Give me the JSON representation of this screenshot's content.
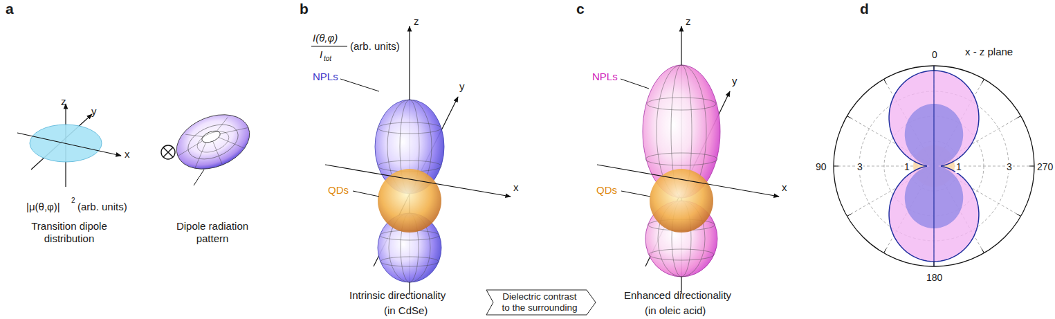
{
  "diagram": {
    "nodes": [
      {
        "text": [
          "Dielectric contrast to the surrounding"
        ]
      }
    ],
    "labels": [
      "a",
      "z",
      "y",
      "x",
      "|μ(θ,φ)|",
      "2",
      "(arb. units)",
      "Transition dipole distribution",
      "Dipole radiation pattern",
      "b",
      "I(θ,φ)",
      "I",
      "tot",
      "(arb. units)",
      "z",
      "y",
      "x",
      "NPLs",
      "QDs",
      "Intrinsic directionality",
      "(in CdSe)",
      "c",
      "z",
      "y",
      "x",
      "NPLs",
      "QDs",
      "Enhanced directionality",
      "(in oleic acid)",
      "d",
      "x - z plane",
      "0",
      "90",
      "270",
      "180",
      "3",
      "1",
      "1",
      "3"
    ]
  }
}
